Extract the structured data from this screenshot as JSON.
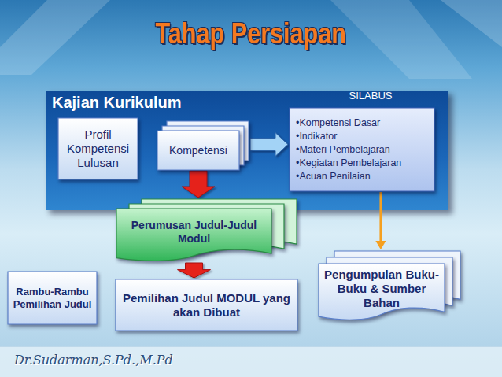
{
  "diagram": {
    "title": "Tahap Persiapan",
    "nodes": [
      {
        "text": [
          "Kajian Kurikulum"
        ]
      },
      {
        "text": [
          "Profil Kompetensi Lulusan"
        ],
        "in": 0
      },
      {
        "text": [
          "Kompetensi"
        ],
        "in": 0
      },
      {
        "text": [
          "SILABUS",
          "•Kompetensi Dasar",
          "•Indikator",
          "•Materi Pembelajaran",
          "•Kegiatan Pembelajaran",
          "•Acuan Penilaian"
        ],
        "in": 0
      },
      {
        "text": [
          "Perumusan Judul-Judul Modul"
        ]
      },
      {
        "text": [
          "Rambu-Rambu Pemilihan Judul"
        ]
      },
      {
        "text": [
          "Pemilihan Judul MODUL yang akan Dibuat"
        ]
      },
      {
        "text": [
          "Pengumpulan Buku-Buku & Sumber Bahan"
        ]
      }
    ],
    "edges": [
      {
        "from": 2,
        "to": 3,
        "arrow": "to"
      },
      {
        "from": 2,
        "to": 4,
        "arrow": "to"
      },
      {
        "from": 4,
        "to": 6,
        "arrow": "to"
      },
      {
        "from": 3,
        "to": 7,
        "arrow": "to"
      }
    ],
    "labels": [
      "Dr.Sudarman,S.Pd.,M.Pd"
    ]
  }
}
